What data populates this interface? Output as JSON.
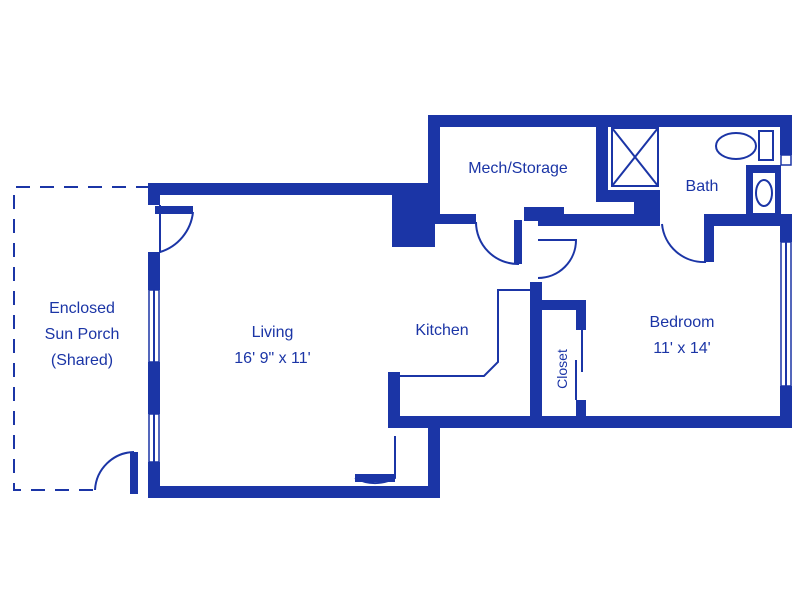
{
  "plan": {
    "wall_color": "#1b35a6",
    "rooms": {
      "sun_porch": {
        "line1": "Enclosed",
        "line2": "Sun Porch",
        "line3": "(Shared)"
      },
      "living": {
        "name": "Living",
        "dims": "16' 9\" x 11'"
      },
      "kitchen": {
        "name": "Kitchen"
      },
      "mech": {
        "name": "Mech/Storage"
      },
      "bath": {
        "name": "Bath"
      },
      "bedroom": {
        "name": "Bedroom",
        "dims": "11' x 14'"
      },
      "closet": {
        "name": "Closet"
      }
    }
  }
}
